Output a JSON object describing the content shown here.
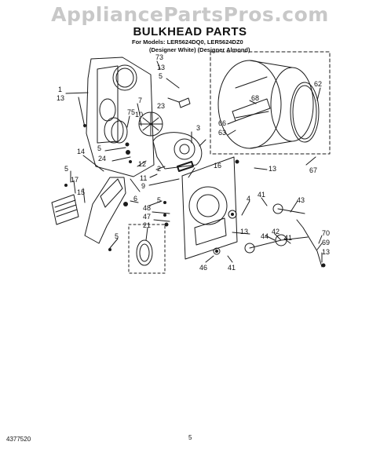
{
  "watermark": "AppliancePartsPros.com",
  "title": "BULKHEAD PARTS",
  "models_line1": "For Models: LER5624DQ0, LER5624DZ0",
  "models_line2": "(Designer White) (Designer Almond)",
  "doc_number": "4377520",
  "page_number": "5",
  "callouts": [
    "73",
    "13",
    "1",
    "13",
    "5",
    "23",
    "7",
    "10",
    "75",
    "5",
    "3",
    "24",
    "12",
    "2",
    "11",
    "9",
    "16",
    "14",
    "17",
    "15",
    "5",
    "6",
    "5",
    "48",
    "47",
    "21",
    "5",
    "13",
    "4",
    "41",
    "43",
    "44",
    "42",
    "41",
    "70",
    "69",
    "13",
    "13",
    "46",
    "41",
    "62",
    "68",
    "66",
    "63",
    "67"
  ]
}
